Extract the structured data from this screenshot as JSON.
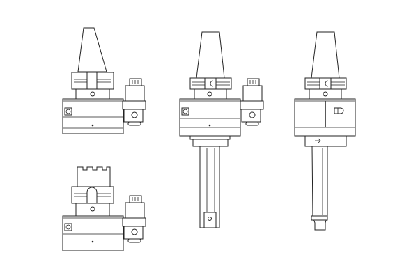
{
  "drawing": {
    "views": [
      "tool-holder-side-view-1",
      "tool-holder-side-view-2",
      "angle-head-front-view",
      "angle-head-side-view"
    ],
    "line_color": "#222222",
    "background_color": "#ffffff"
  }
}
